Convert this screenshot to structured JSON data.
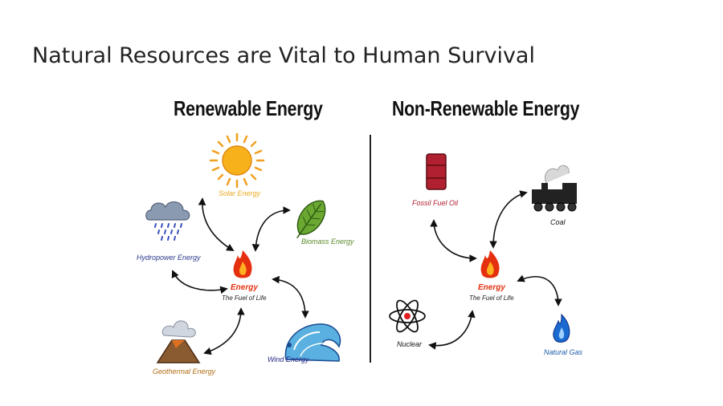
{
  "slide": {
    "title": "Natural Resources are Vital to Human Survival"
  },
  "renewable": {
    "heading": "Renewable Energy",
    "center": {
      "label": "Energy",
      "subtitle": "The Fuel of Life"
    },
    "items": {
      "solar": "Solar Energy",
      "biomass": "Biomass Energy",
      "hydropower": "Hydropower Energy",
      "geothermal": "Geothermal Energy",
      "wind": "Wind Energy"
    }
  },
  "non_renewable": {
    "heading": "Non-Renewable Energy",
    "center": {
      "label": "Energy",
      "subtitle": "The Fuel of Life"
    },
    "items": {
      "fossil_fuel_oil": "Fossil Fuel Oil",
      "coal": "Coal",
      "nuclear": "Nuclear",
      "natural_gas": "Natural Gas"
    }
  },
  "colors": {
    "solar": "#e8a81c",
    "biomass": "#5a8a2a",
    "hydropower": "#2b3a8c",
    "geothermal": "#b06a10",
    "wind": "#2a2a8a",
    "fossil": "#b02030",
    "energy": "#e53010",
    "nuclear": "#111111",
    "natural_gas": "#1a5aa8",
    "coal": "#111111"
  }
}
